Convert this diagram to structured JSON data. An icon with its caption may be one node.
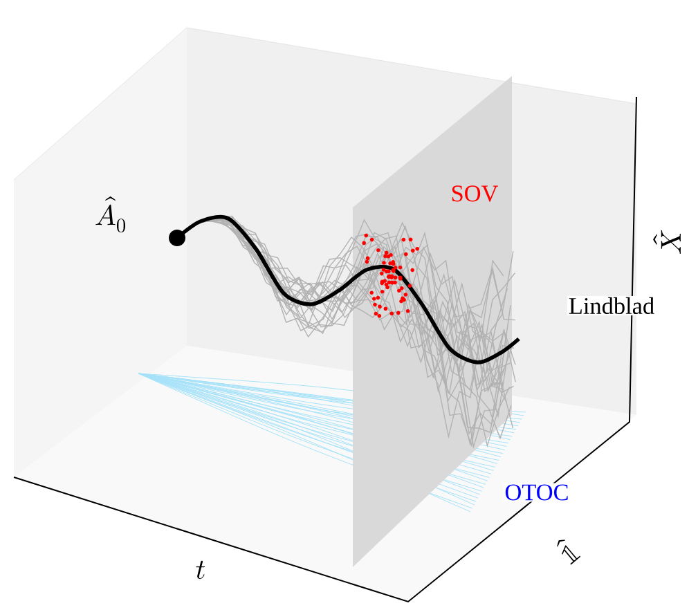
{
  "diagram": {
    "labels": [
      "\\hat{A}_0",
      "SOV",
      "Lindblad",
      "OTOC",
      "t",
      "\\hat{X}",
      "\\hat{\\mathbb{1}}"
    ]
  }
}
